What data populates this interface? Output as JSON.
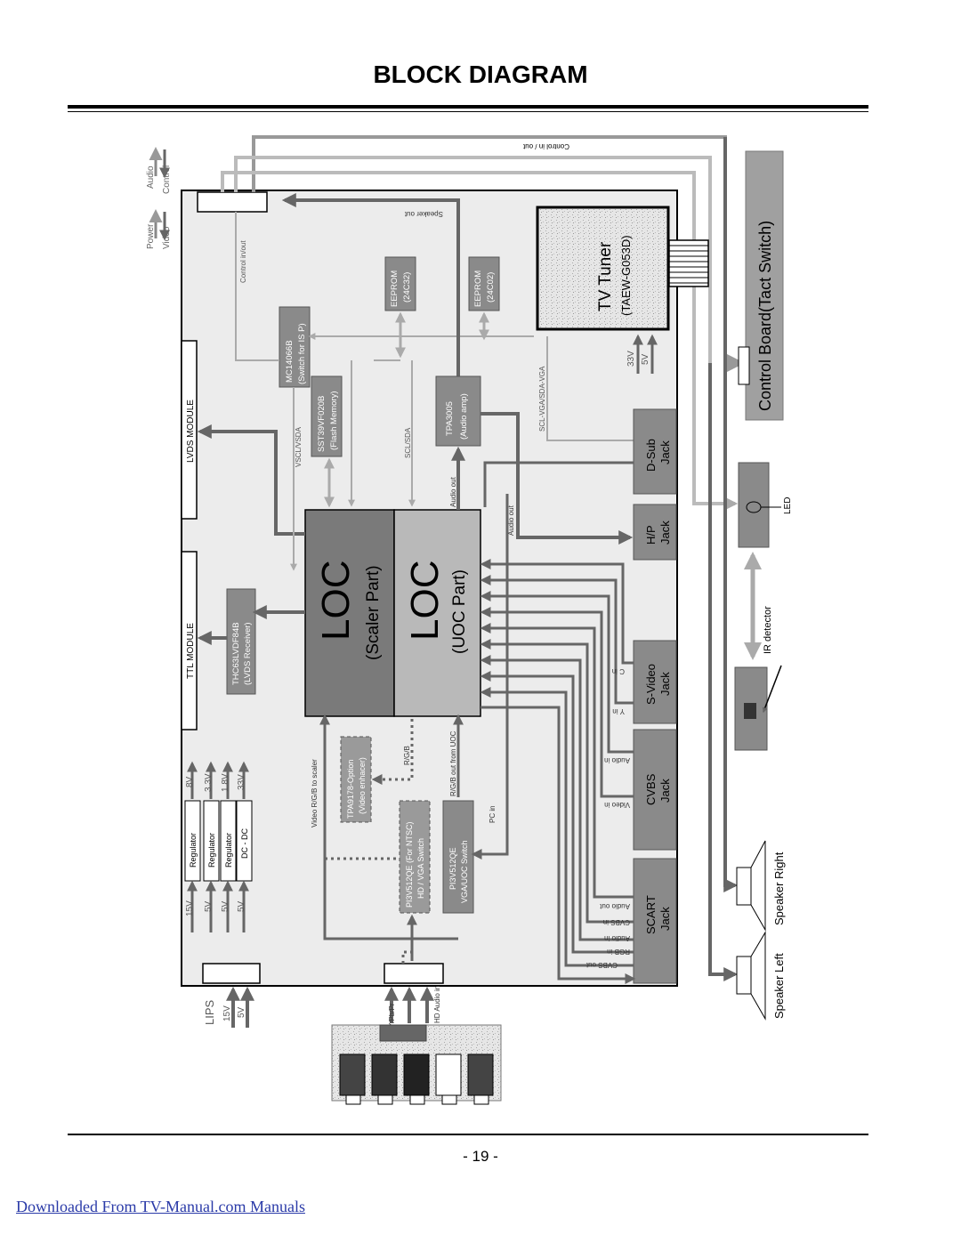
{
  "page": {
    "title": "BLOCK DIAGRAM",
    "page_number": "- 19 -",
    "source_link": "Downloaded From TV-Manual.com Manuals"
  },
  "colors": {
    "board": "#ececec",
    "dark_block": "#8a8a8a",
    "loc_scaler": "#7a7a7a",
    "loc_uoc": "#b9b9b9",
    "jack": "#8a8a8a",
    "arrow_dark": "#666666",
    "arrow_light": "#aaaaaa"
  },
  "blocks": {
    "loc_scaler_big": "LOC",
    "loc_scaler_sub": "(Scaler Part)",
    "loc_uoc_big": "LOC",
    "loc_uoc_sub": "(UOC Part)",
    "tv_tuner_1": "TV Tuner",
    "tv_tuner_2": "(TAEW-G053D)",
    "control_board": "Control Board(Tact Switch)",
    "lvds_module": "LVDS MODULE",
    "ttl_module": "TTL MODULE",
    "thc_1": "THC63LVDF84B",
    "thc_2": "(LVDS Receiver)",
    "mc_1": "MC14066B",
    "mc_2": "(Switch for IS P)",
    "sst_1": "SST39VF020B",
    "sst_2": "(Flash Memory)",
    "eeprom1_1": "EEPROM",
    "eeprom1_2": "(24C32)",
    "eeprom2_1": "EEPROM",
    "eeprom2_2": "(24C02)",
    "tpa3005_1": "TPA3005",
    "tpa3005_2": "(Audio amp)",
    "tpa9178_1": "TPA9178-Option",
    "tpa9178_2": "(Video enhacer)",
    "pi_opt_1": "PI3V512QE (For NTSC)",
    "pi_opt_2": "HD / VGA Switch",
    "pi_1": "PI3V512QE",
    "pi_2": "VGA/UOC Switch",
    "reg1": "Regulator",
    "reg2": "Regulator",
    "reg3": "Regulator",
    "dcdc": "DC - DC",
    "dsub_1": "D-Sub",
    "dsub_2": "Jack",
    "hp_1": "H/P",
    "hp_2": "Jack",
    "svideo_1": "S-Video",
    "svideo_2": "Jack",
    "cvbs_1": "CVBS",
    "cvbs_2": "Jack",
    "scart_1": "SCART",
    "scart_2": "Jack"
  },
  "labels": {
    "audio": "Audio",
    "control": "Control",
    "power": "Power",
    "video": "Video",
    "control_in_out_top": "Control in / out",
    "speaker_out": "Speaker out",
    "control_in_out": "Control in/out",
    "vscl_vsda": "VSCL/VSDA",
    "scl_sda": "SCL/SDA",
    "scl_vga": "SCL-VGA/SDA-VGA",
    "audio_out_1": "Audio out",
    "audio_out_2": "Audio out",
    "v33": "33V",
    "v5": "5V",
    "v8": "8V",
    "v3_3": "3.3V",
    "v1_8": "1.8V",
    "v33b": "33V",
    "v15": "15V",
    "v5a": "5V",
    "v5b": "5V",
    "v5c": "5V",
    "lips": "LIPS",
    "lips_15": "15V",
    "lips_5": "5V",
    "video_rgb": "Video R/G/B to scaler",
    "rgb_small": "R/G/B",
    "rgb_out": "R/G/B out from UOC",
    "pc_in": "PC in",
    "c_in": "C in",
    "y_in": "Y in",
    "audio_in_cvbs": "Audio in",
    "video_in": "Video in",
    "audio_out_scart": "Audio out",
    "cvbs_in": "CVBS in",
    "audio_in_scart": "Audio in",
    "rgb_in": "RGB in",
    "cvbs_out": "CVBS out",
    "ypbpr": "Y/Pb/Pr",
    "hd_audio": "HD Audio in",
    "led": "LED",
    "ir_detector": "IR detector",
    "speaker_right": "Speaker Right",
    "speaker_left": "Speaker Left"
  }
}
